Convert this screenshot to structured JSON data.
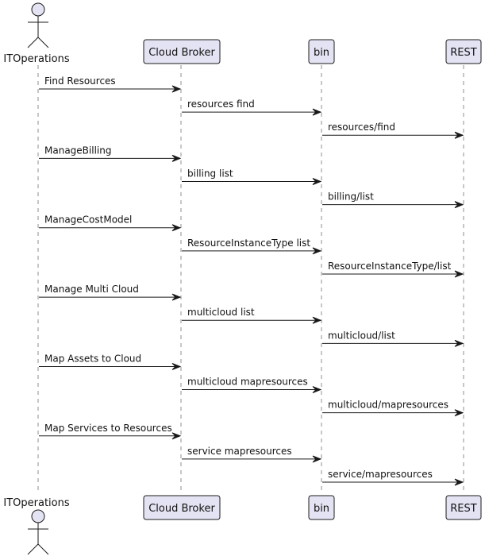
{
  "diagram": {
    "participants": [
      {
        "id": "itops",
        "label": "ITOperations",
        "kind": "actor"
      },
      {
        "id": "broker",
        "label": "Cloud Broker",
        "kind": "participant"
      },
      {
        "id": "bin",
        "label": "bin",
        "kind": "participant"
      },
      {
        "id": "rest",
        "label": "REST",
        "kind": "participant"
      }
    ],
    "messages": [
      {
        "from": "itops",
        "to": "broker",
        "label": "Find Resources"
      },
      {
        "from": "broker",
        "to": "bin",
        "label": "resources find"
      },
      {
        "from": "bin",
        "to": "rest",
        "label": "resources/find"
      },
      {
        "from": "itops",
        "to": "broker",
        "label": "ManageBilling"
      },
      {
        "from": "broker",
        "to": "bin",
        "label": "billing list"
      },
      {
        "from": "bin",
        "to": "rest",
        "label": "billing/list"
      },
      {
        "from": "itops",
        "to": "broker",
        "label": "ManageCostModel"
      },
      {
        "from": "broker",
        "to": "bin",
        "label": "ResourceInstanceType list"
      },
      {
        "from": "bin",
        "to": "rest",
        "label": "ResourceInstanceType/list"
      },
      {
        "from": "itops",
        "to": "broker",
        "label": "Manage Multi Cloud"
      },
      {
        "from": "broker",
        "to": "bin",
        "label": "multicloud list"
      },
      {
        "from": "bin",
        "to": "rest",
        "label": "multicloud/list"
      },
      {
        "from": "itops",
        "to": "broker",
        "label": "Map Assets to Cloud"
      },
      {
        "from": "broker",
        "to": "bin",
        "label": "multicloud mapresources"
      },
      {
        "from": "bin",
        "to": "rest",
        "label": "multicloud/mapresources"
      },
      {
        "from": "itops",
        "to": "broker",
        "label": "Map Services to Resources"
      },
      {
        "from": "broker",
        "to": "bin",
        "label": "service mapresources"
      },
      {
        "from": "bin",
        "to": "rest",
        "label": "service/mapresources"
      }
    ],
    "colors": {
      "participant_fill": "#e4e3f3",
      "border": "#1b1b1b",
      "lifeline": "#8f8f8f",
      "arrow": "#181818"
    }
  }
}
